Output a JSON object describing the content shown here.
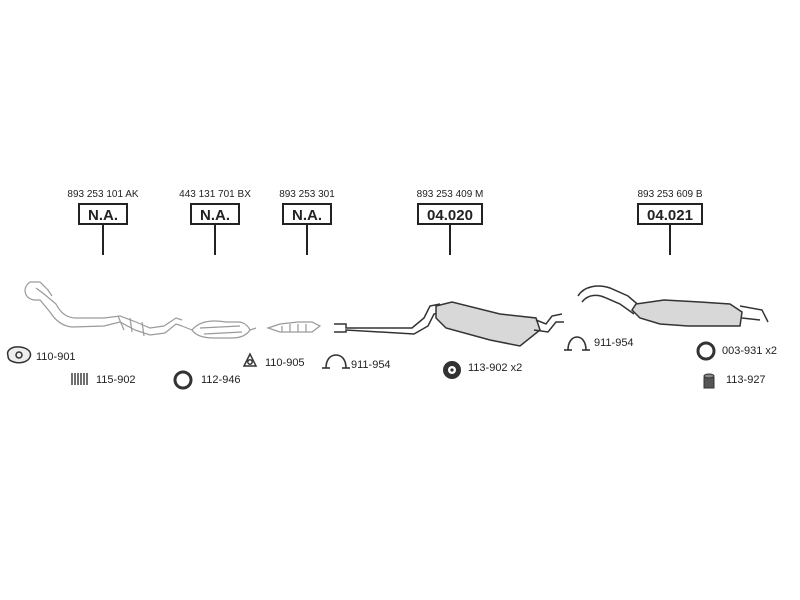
{
  "main_parts": [
    {
      "oem": "893 253 101 AK",
      "code": "N.A."
    },
    {
      "oem": "443 131 701 BX",
      "code": "N.A."
    },
    {
      "oem": "893 253 301",
      "code": "N.A."
    },
    {
      "oem": "893 253 409 M",
      "code": "04.020"
    },
    {
      "oem": "893 253 609 B",
      "code": "04.021"
    }
  ],
  "accessories": [
    {
      "label": "110-901",
      "icon": "flange-gasket-icon"
    },
    {
      "label": "115-902",
      "icon": "spring-icon"
    },
    {
      "label": "112-946",
      "icon": "ring-gasket-icon"
    },
    {
      "label": "110-905",
      "icon": "triangle-gasket-icon"
    },
    {
      "label": "911-954",
      "icon": "clamp-icon"
    },
    {
      "label": "113-902 x2",
      "icon": "rubber-mount-icon"
    },
    {
      "label": "911-954",
      "icon": "clamp-icon"
    },
    {
      "label": "003-931 x2",
      "icon": "ring-gasket-icon"
    },
    {
      "label": "113-927",
      "icon": "rubber-hanger-icon"
    }
  ]
}
